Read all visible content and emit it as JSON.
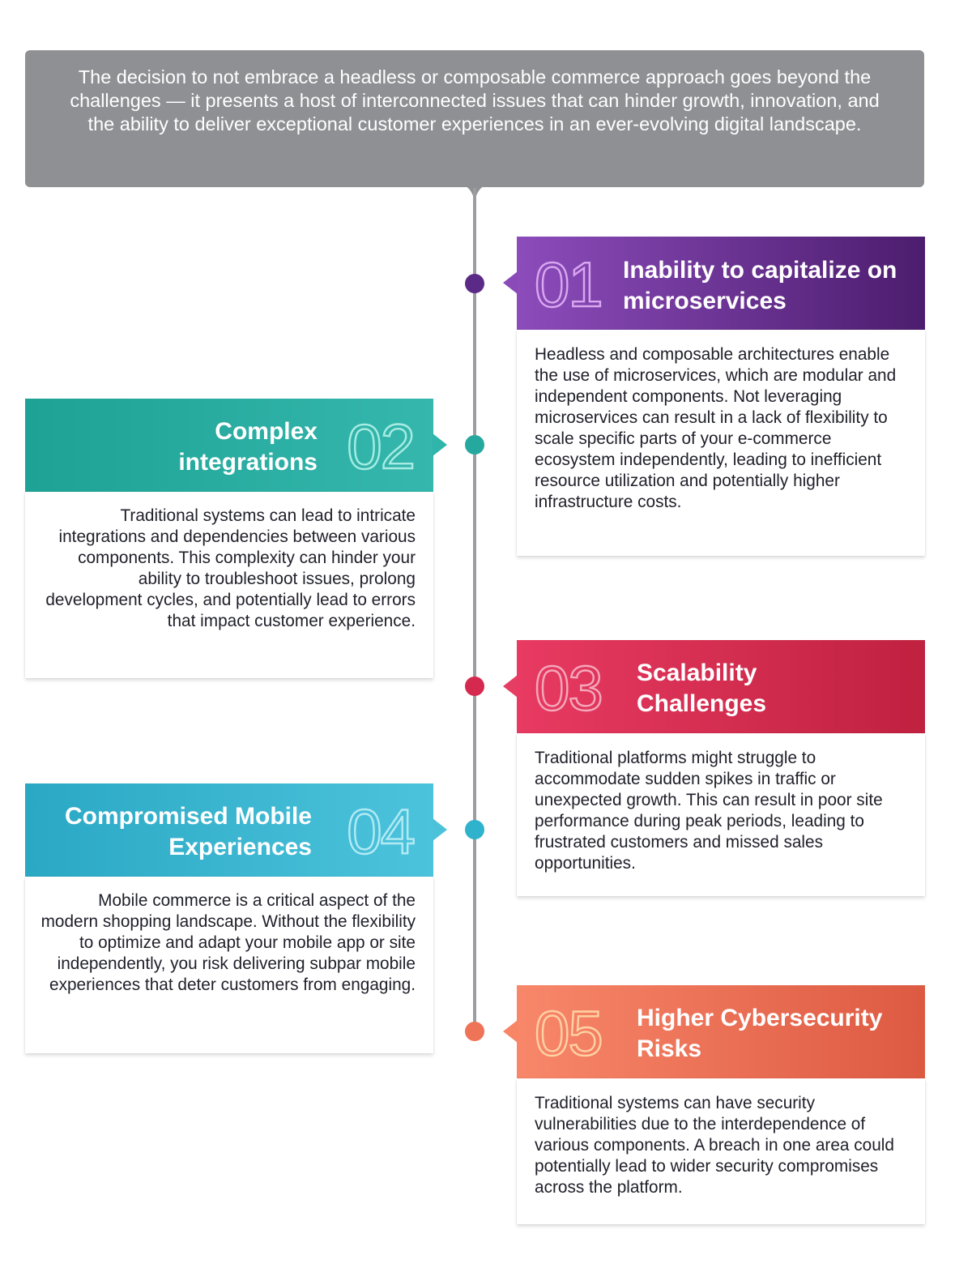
{
  "intro": {
    "text": "The decision to not embrace a headless or composable commerce approach goes beyond the challenges — it presents a host of interconnected issues that can hinder growth, innovation, and the ability to deliver exceptional customer experiences in an ever-evolving digital landscape."
  },
  "colors": {
    "intro_bg": "#8f9094",
    "timeline": "#9c9ca1",
    "item1": "#6a2d9e",
    "item2": "#25a99e",
    "item3": "#d6294f",
    "item4": "#2fb3cc",
    "item5": "#e8674c"
  },
  "items": [
    {
      "number": "01",
      "title": "Inability to capitalize on microservices",
      "body": "Headless and composable architectures enable the use of microservices, which are modular and independent components. Not leveraging microservices can result in a lack of flexibility to scale specific parts of your e-commerce ecosystem independently, leading to inefficient resource utilization and potentially higher infrastructure costs."
    },
    {
      "number": "02",
      "title": "Complex integrations",
      "body": "Traditional systems can lead to intricate integrations and dependencies between various components. This complexity can hinder your ability to troubleshoot issues, prolong development cycles, and potentially lead to errors that impact customer experience."
    },
    {
      "number": "03",
      "title": "Scalability Challenges",
      "body": "Traditional platforms might struggle to accommodate sudden spikes in traffic or unexpected growth. This can result in poor site performance during peak periods, leading to frustrated customers and missed sales opportunities."
    },
    {
      "number": "04",
      "title": "Compromised Mobile Experiences",
      "body": "Mobile commerce is a critical aspect of the modern shopping landscape. Without the flexibility to optimize and adapt your mobile app or site independently, you risk delivering subpar mobile experiences that deter customers from engaging."
    },
    {
      "number": "05",
      "title": "Higher Cybersecurity Risks",
      "body": "Traditional systems can have security vulnerabilities due to the interdependence of various components. A breach in one area could potentially lead to wider security compromises across the platform."
    }
  ]
}
